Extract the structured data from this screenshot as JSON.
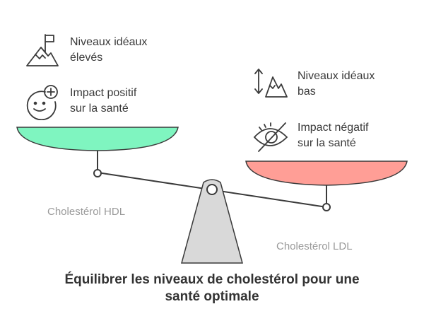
{
  "left": {
    "pan_color": "#7ff5c0",
    "items": [
      {
        "icon": "mountain-flag-icon",
        "line1": "Niveaux idéaux",
        "line2": "élevés"
      },
      {
        "icon": "smiley-plus-icon",
        "line1": "Impact positif",
        "line2": "sur la santé"
      }
    ],
    "caption": "Cholestérol HDL"
  },
  "right": {
    "pan_color": "#ff9e96",
    "items": [
      {
        "icon": "mountains-arrow-icon",
        "line1": "Niveaux idéaux",
        "line2": "bas"
      },
      {
        "icon": "eye-slash-icon",
        "line1": "Impact négatif",
        "line2": "sur la santé"
      }
    ],
    "caption": "Cholestérol LDL"
  },
  "fulcrum_color": "#d9d9d9",
  "title": {
    "line1": "Équilibrer les niveaux de cholestérol pour une",
    "line2": "santé optimale"
  }
}
